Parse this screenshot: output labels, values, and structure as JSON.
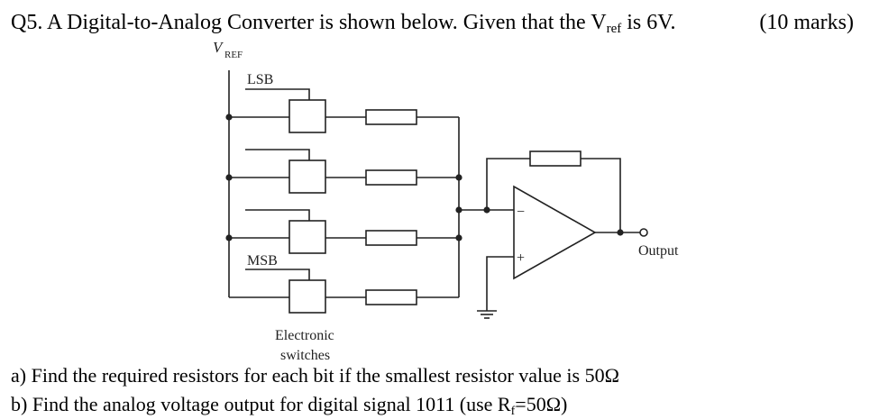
{
  "question": {
    "number_prefix": "Q5. A Digital-to-Analog Converter is shown below. Given that the V",
    "subscript": "ref",
    "suffix": " is 6V.",
    "marks": "(10 marks)"
  },
  "diagram": {
    "vref_symbol": "V",
    "vref_subscript": "REF",
    "lsb_label": "LSB",
    "msb_label": "MSB",
    "output_label": "Output",
    "switches_label_line1": "Electronic",
    "switches_label_line2": "switches",
    "opamp_minus": "−",
    "opamp_plus": "+"
  },
  "parts": {
    "a": "a) Find the required resistors for each bit if the smallest resistor value is 50Ω",
    "b_prefix": "b) Find the analog voltage output for digital signal 1011 (use R",
    "b_subscript": "f",
    "b_suffix": "=50Ω)"
  }
}
